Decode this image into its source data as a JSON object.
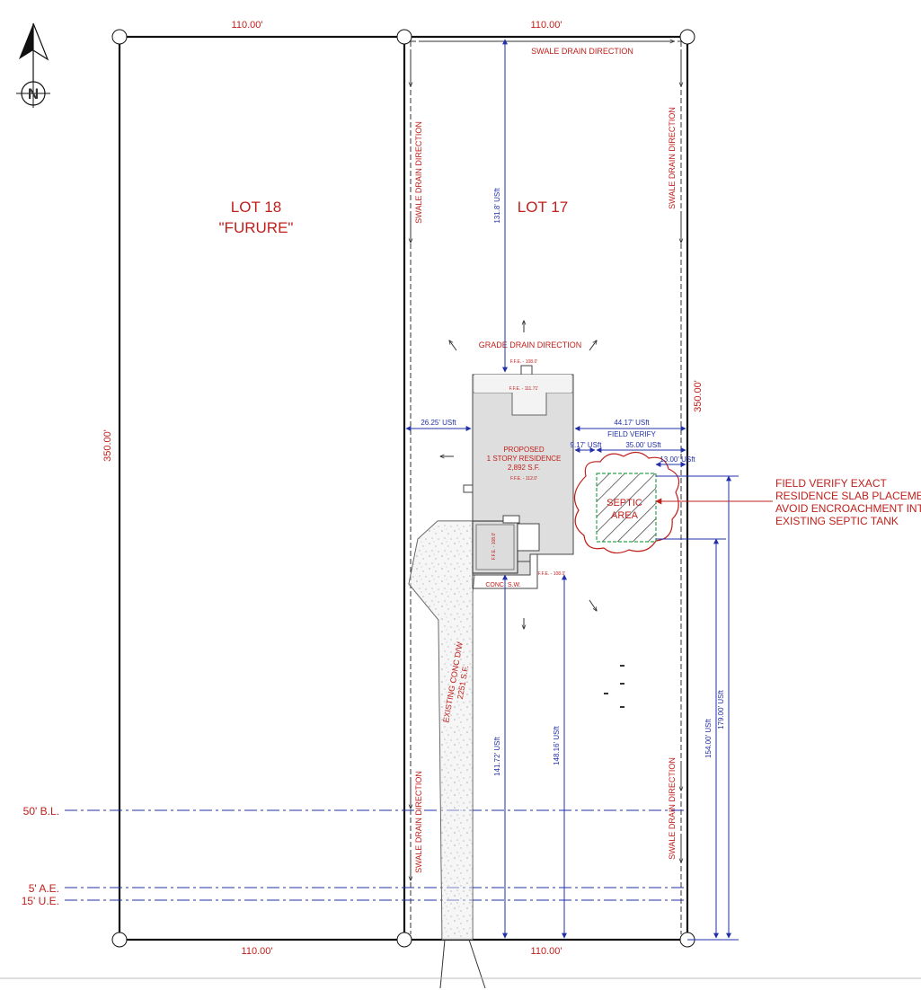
{
  "north_arrow": {
    "label": "N"
  },
  "lots": {
    "lot18": {
      "title": "LOT 18",
      "subtitle": "\"FURURE\"",
      "side_dimension": "350.00'"
    },
    "lot17": {
      "title": "LOT 17",
      "side_dimension": "350.00'"
    }
  },
  "boundary_dimensions": {
    "top_left": "110.00'",
    "top_right": "110.00'",
    "bottom_left": "110.00'",
    "bottom_right": "110.00'"
  },
  "drain_labels": {
    "swale_top": "SWALE DRAIN DIRECTION",
    "swale_left_upper": "SWALE DRAIN DIRECTION",
    "swale_right_upper": "SWALE DRAIN DIRECTION",
    "swale_left_lower": "SWALE DRAIN DIRECTION",
    "swale_right_lower": "SWALE DRAIN DIRECTION",
    "grade": "GRADE DRAIN DIRECTION"
  },
  "residence": {
    "line1": "PROPOSED",
    "line2": "1 STORY RESIDENCE",
    "area": "2,892 S.F.",
    "ffe_main": "F.F.E. - 112.0'",
    "ffe_porch": "F.F.E. - 111.71'",
    "ffe_top": "F.F.E. - 108.0'",
    "ffe_garage": "F.F.E. - 108.0'",
    "ffe_corner": "F.F.E. - 108.0'"
  },
  "septic": {
    "line1": "SEPTIC",
    "line2": "AREA"
  },
  "driveway": {
    "line1": "EXISTING CONC D/W",
    "line2": "2251 S.F."
  },
  "sidewalk": {
    "label": "CONC. S.W."
  },
  "setback_dimensions": {
    "front": "131.8' USft",
    "left": "26.25' USft",
    "right": "44.17' USft",
    "field_verify": "FIELD VERIFY",
    "house_to_septic": "9.17' USft",
    "septic_to_line": "35.00' USft",
    "septic_width": "13.00' USft",
    "rear_driveway": "141.72' USft",
    "rear_house": "148.16' USft",
    "septic_rear": "154.00' USft",
    "septic_far": "179.00' USft"
  },
  "easements": {
    "building_line": "50' B.L.",
    "access": "5' A.E.",
    "utility": "15' U.E."
  },
  "note": {
    "line1": "FIELD VERIFY EXACT",
    "line2": "RESIDENCE SLAB PLACEMENT.",
    "line3": "AVOID ENCROACHMENT INTO",
    "line4": "EXISTING SEPTIC TANK"
  },
  "colors": {
    "label_red": "#c0201c",
    "dimension_blue": "#2230a8",
    "septic_green": "#2ea44f",
    "residence_fill": "#dedede",
    "driveway_fill": "#ececec"
  }
}
